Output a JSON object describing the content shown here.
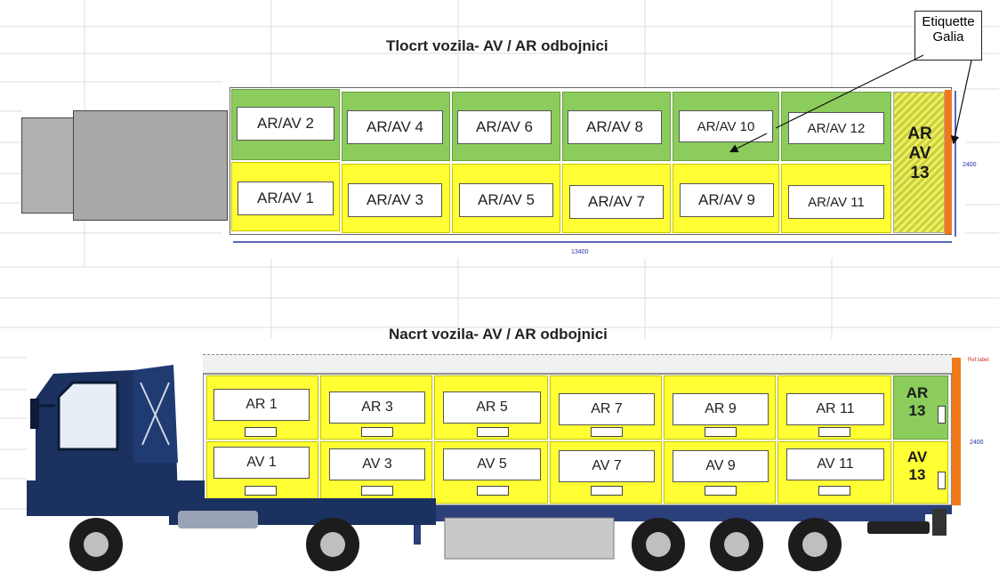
{
  "top_title": "Tlocrt vozila- AV / AR odbojnici",
  "bottom_title": "Nacrt vozila- AV / AR odbojnici",
  "callout": {
    "line1": "Etiquette",
    "line2": "Galia"
  },
  "plan": {
    "row_top": [
      "AR/AV 2",
      "AR/AV 4",
      "AR/AV 6",
      "AR/AV 8",
      "AR/AV 10",
      "AR/AV 12"
    ],
    "row_bottom": [
      "AR/AV 1",
      "AR/AV 3",
      "AR/AV 5",
      "AR/AV 7",
      "AR/AV 9",
      "AR/AV 11"
    ],
    "end_label": {
      "line1": "AR",
      "line2": "AV",
      "line3": "13"
    },
    "width_dim": "2400",
    "length_dim": "13400"
  },
  "elevation": {
    "row_top": [
      "AR 1",
      "AR 3",
      "AR 5",
      "AR 7",
      "AR 9",
      "AR 11"
    ],
    "row_bottom": [
      "AV 1",
      "AV 3",
      "AV 5",
      "AV 7",
      "AV 9",
      "AV 11"
    ],
    "end_top": {
      "line1": "AR",
      "line2": "13"
    },
    "end_bottom": {
      "line1": "AV",
      "line2": "13"
    },
    "height_dim": "2400",
    "side_note": "Ref.label"
  },
  "colors": {
    "green": "#8ccc5c",
    "yellow": "#ffff33",
    "cab_blue": "#1b3160",
    "end_bar": "#f07a1a",
    "dimension": "#2233aa"
  }
}
